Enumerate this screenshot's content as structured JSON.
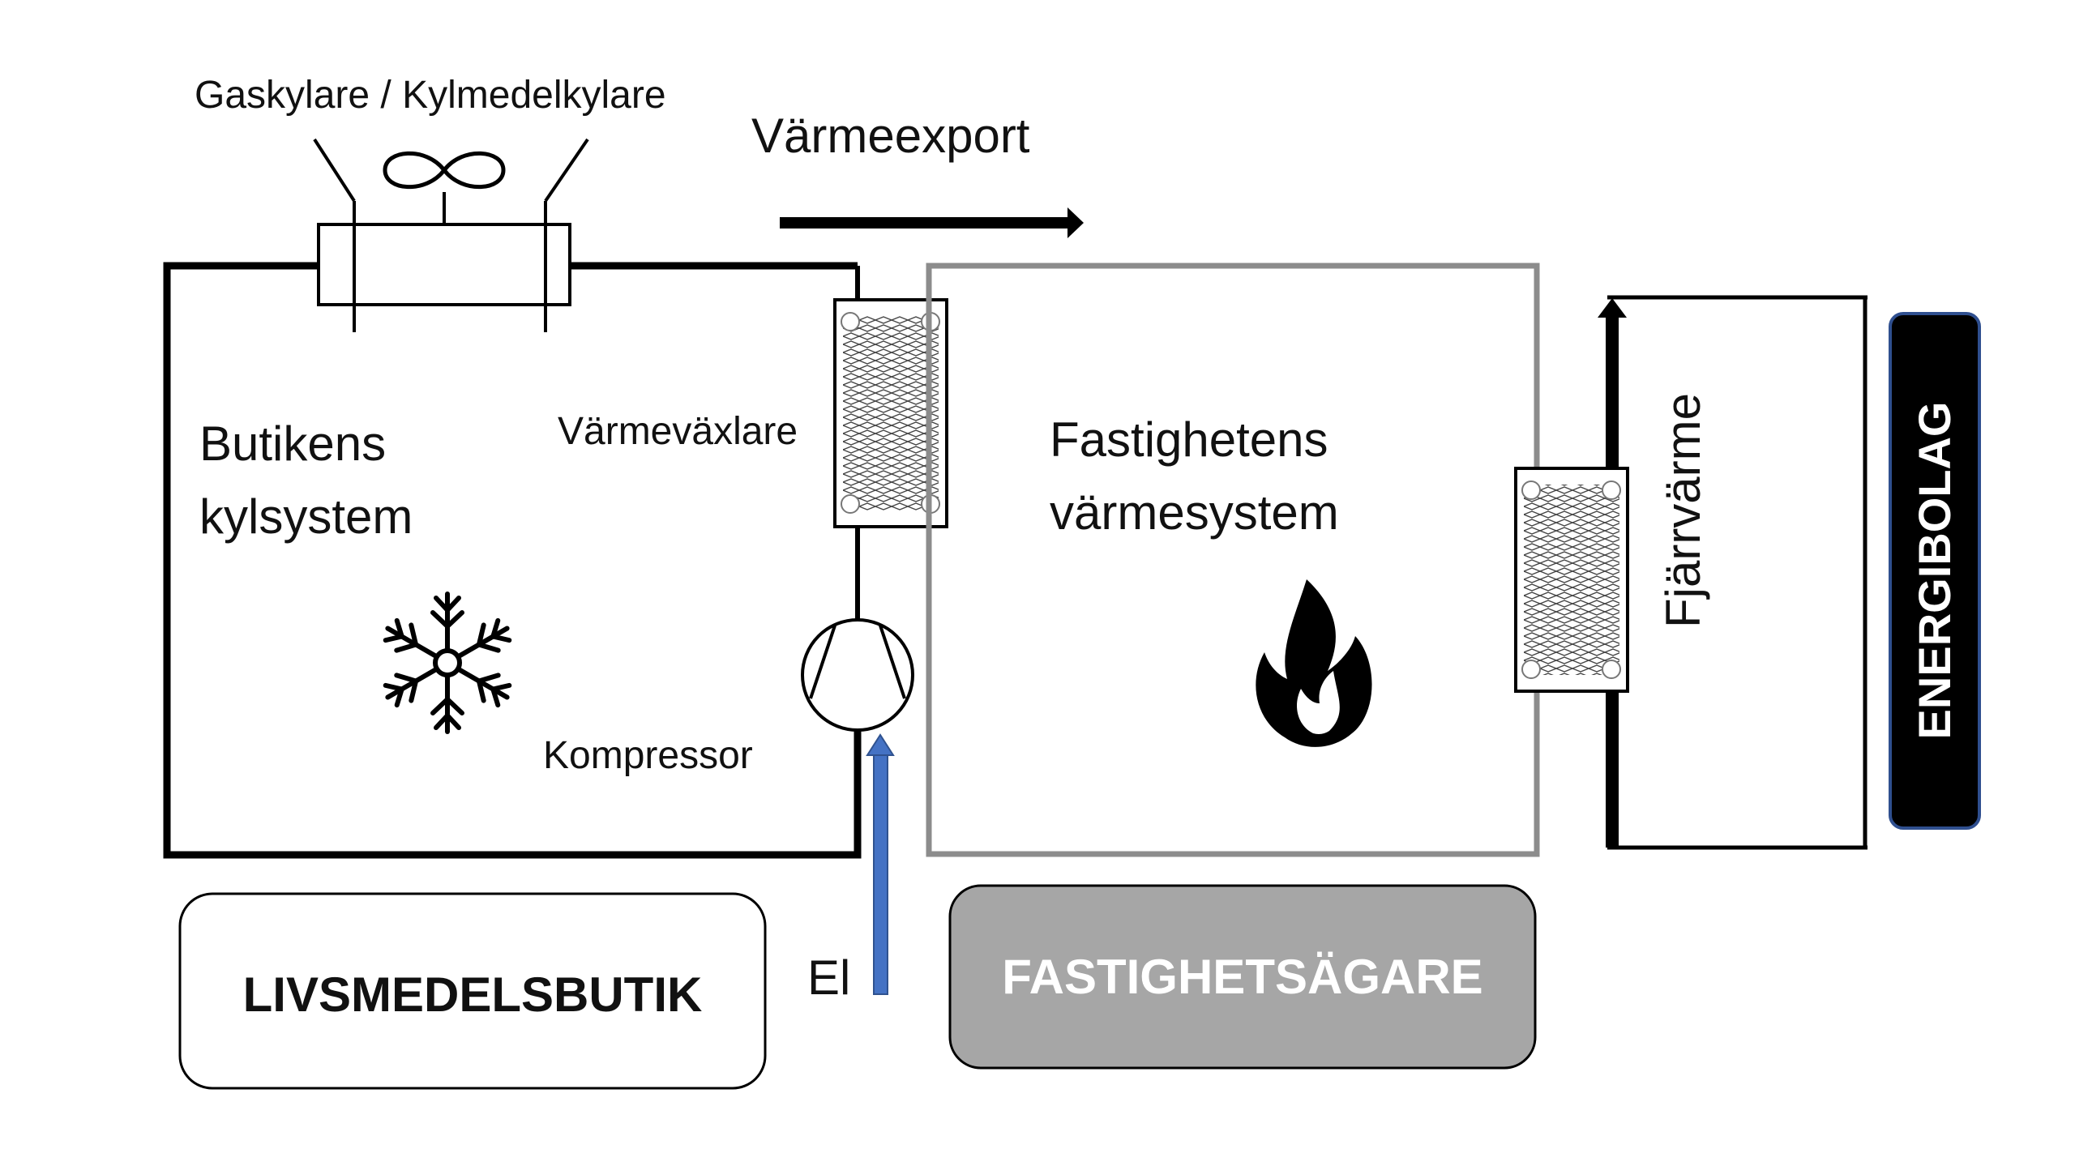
{
  "labels": {
    "gas_cooler": "Gaskylare / Kylmedelkylare",
    "heat_export": "Värmeexport",
    "store_system_line1": "Butikens",
    "store_system_line2": "kylsystem",
    "heat_exchanger": "Värmeväxlare",
    "compressor": "Kompressor",
    "property_system_line1": "Fastighetens",
    "property_system_line2": "värmesystem",
    "district_heating": "Fjärrvärme",
    "electricity": "El"
  },
  "actors": {
    "grocery_store": "LIVSMEDELSBUTIK",
    "property_owner": "FASTIGHETSÄGARE",
    "energy_company": "ENERGIBOLAG"
  },
  "icons": {
    "fan": "fan-icon",
    "snowflake": "snowflake-icon",
    "flame": "flame-icon",
    "compressor": "compressor-icon",
    "heat_exchanger": "heat-exchanger-icon"
  },
  "colors": {
    "store_system_border": "#000000",
    "property_system_border": "#8c8c8c",
    "property_owner_fill": "#a6a6a6",
    "property_owner_text": "#ffffff",
    "energy_company_fill": "#000000",
    "energy_company_border": "#2f4f8f",
    "electricity_arrow": "#4472c4",
    "electricity_arrow_border": "#2f528f"
  }
}
